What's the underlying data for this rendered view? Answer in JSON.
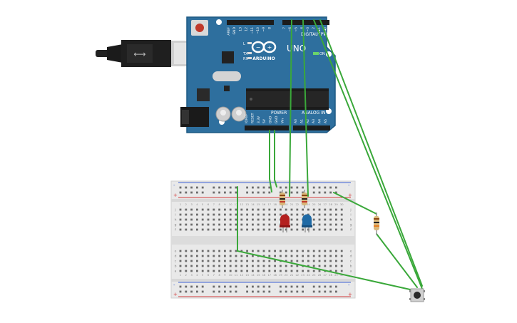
{
  "board": {
    "brand": "ARDUINO",
    "model": "UNO",
    "on_label": "ON",
    "digital_label": "DIGITAL (PWM~)",
    "power_label": "POWER",
    "analog_label": "ANALOG IN",
    "tx_label": "TX",
    "rx_label": "RX",
    "l_label": "L",
    "top_pins": [
      "AREF",
      "GND",
      "13",
      "12",
      "~11",
      "~10",
      "~9",
      "8",
      "7",
      "~6",
      "~5",
      "4",
      "~3",
      "2",
      "TX▸1",
      "RX◂0"
    ],
    "power_pins": [
      "IOREF",
      "RESET",
      "3.3V",
      "5V",
      "GND",
      "GND",
      "Vin"
    ],
    "analog_pins": [
      "A0",
      "A1",
      "A2",
      "A3",
      "A4",
      "A5"
    ]
  },
  "breadboard": {
    "row_letters_top": [
      "j",
      "i",
      "h",
      "g",
      "f"
    ],
    "row_letters_bottom": [
      "e",
      "d",
      "c",
      "b",
      "a"
    ],
    "columns": [
      "1",
      "2",
      "3",
      "4",
      "5",
      "6",
      "7",
      "8",
      "9",
      "10",
      "11",
      "12",
      "13",
      "14",
      "15",
      "16",
      "17",
      "18",
      "19",
      "20",
      "21",
      "22",
      "23",
      "24",
      "25",
      "26",
      "27",
      "28",
      "29",
      "30"
    ],
    "plus": "+",
    "minus": "-"
  },
  "colors": {
    "board": "#2e6f9e",
    "wire": "#3aa83a",
    "led_red": "#b4201f",
    "led_blue": "#1f6aa5",
    "breadboard": "#e9e9e9",
    "rail_red": "#d23a3a",
    "rail_blue": "#3a5fd2"
  }
}
